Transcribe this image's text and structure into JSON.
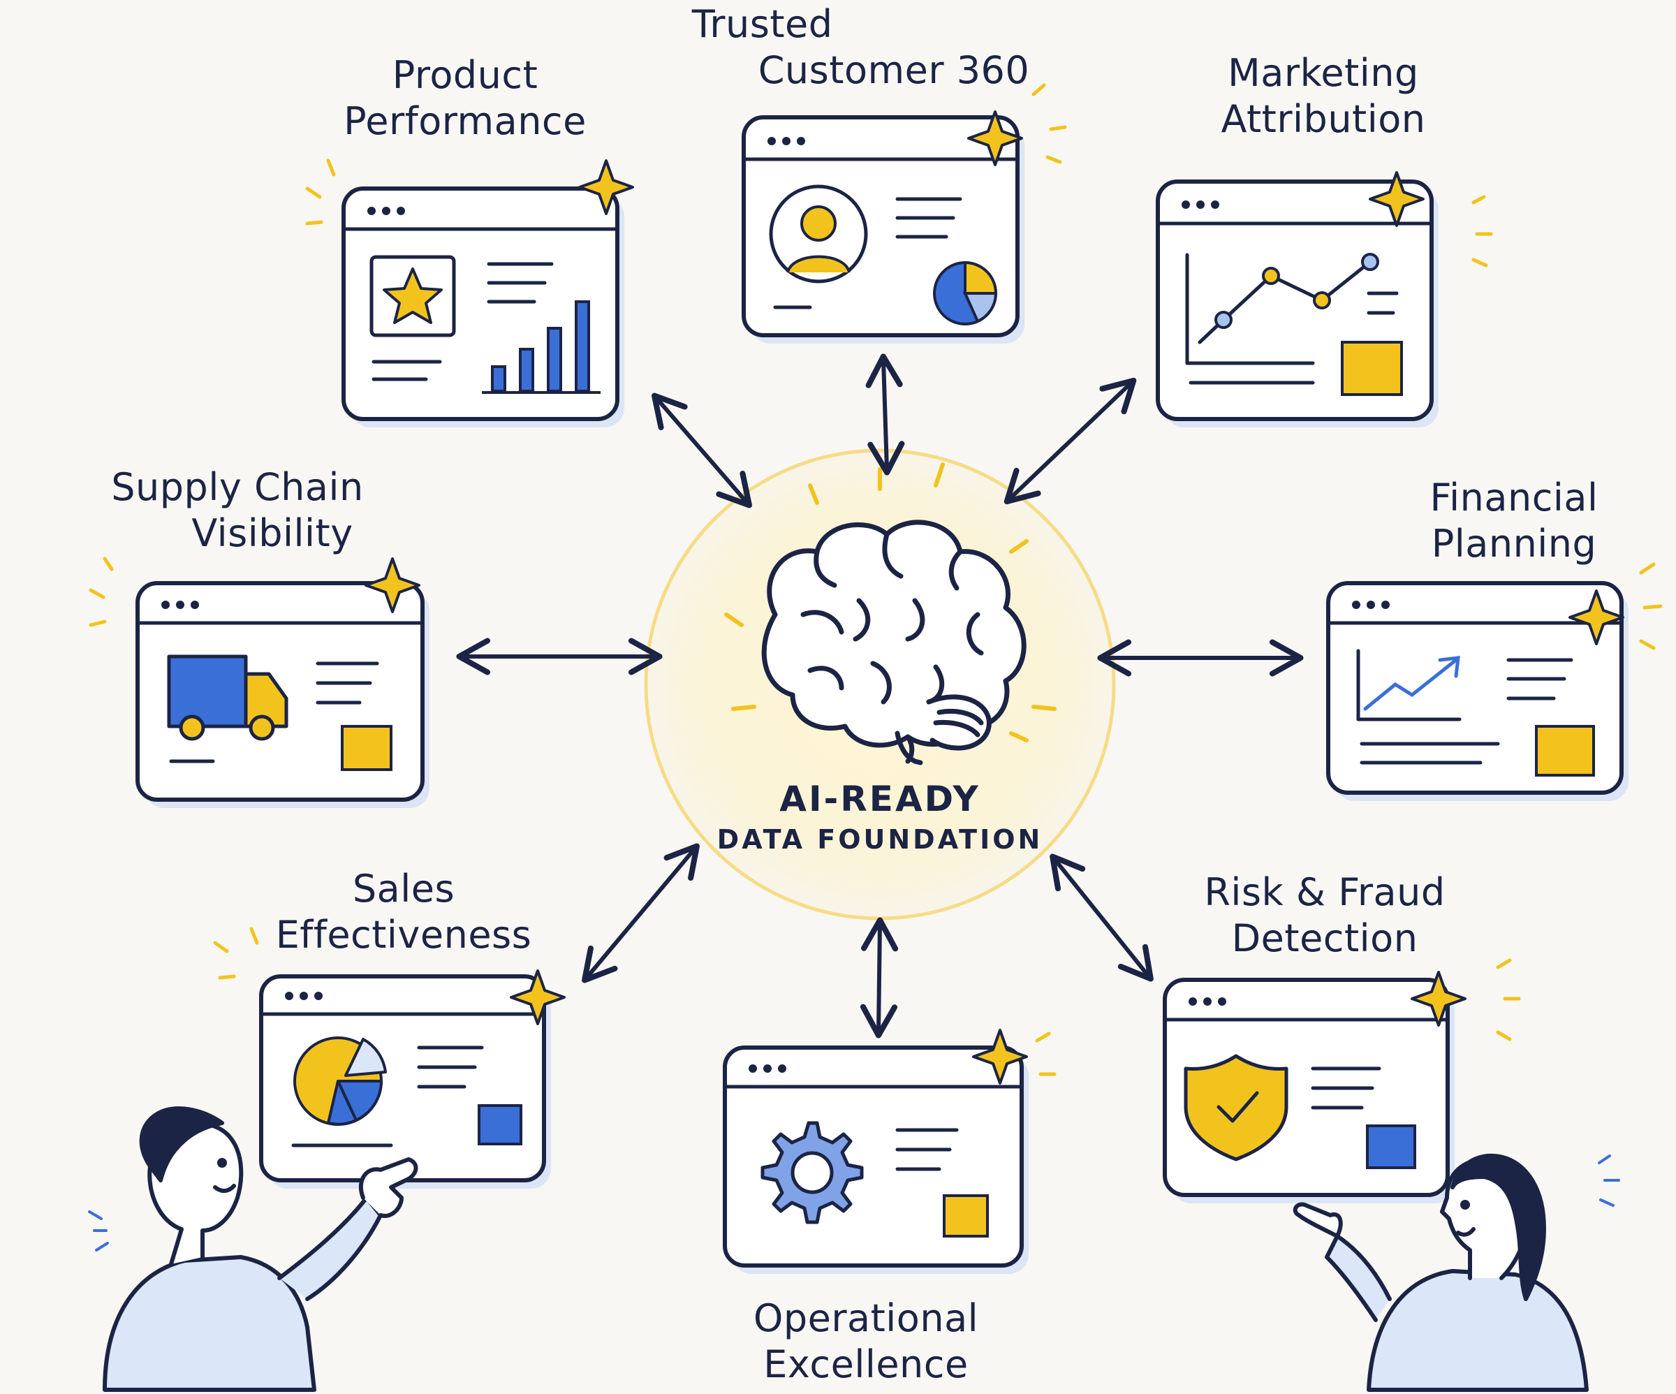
{
  "center": {
    "line1": "AI-READY",
    "line2": "DATA FOUNDATION",
    "icon": "brain-icon"
  },
  "nodes": [
    {
      "id": "product-performance",
      "line1": "Product",
      "line2": "Performance",
      "icon": "star-bar-chart-icon"
    },
    {
      "id": "trusted-customer-360",
      "line1": "Trusted",
      "line2": "Customer 360",
      "icon": "user-pie-chart-icon"
    },
    {
      "id": "marketing-attribution",
      "line1": "Marketing",
      "line2": "Attribution",
      "icon": "line-chart-icon"
    },
    {
      "id": "supply-chain-visibility",
      "line1": "Supply Chain",
      "line2": "Visibility",
      "icon": "truck-icon"
    },
    {
      "id": "financial-planning",
      "line1": "Financial",
      "line2": "Planning",
      "icon": "trend-arrow-icon"
    },
    {
      "id": "sales-effectiveness",
      "line1": "Sales",
      "line2": "Effectiveness",
      "icon": "pie-chart-icon"
    },
    {
      "id": "operational-excellence",
      "line1": "Operational",
      "line2": "Excellence",
      "icon": "gear-icon"
    },
    {
      "id": "risk-fraud-detection",
      "line1": "Risk & Fraud",
      "line2": "Detection",
      "icon": "shield-check-icon"
    }
  ],
  "colors": {
    "ink": "#1c2445",
    "blue": "#3a6fd8",
    "light_blue": "#a9c3ee",
    "yellow": "#f2c31d",
    "glow": "#fbecb0",
    "background": "#f8f7f4"
  }
}
